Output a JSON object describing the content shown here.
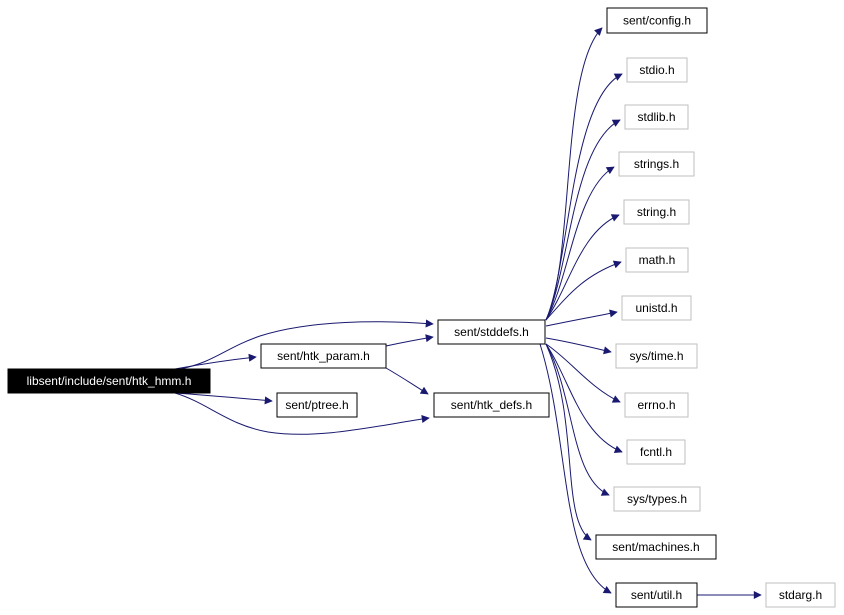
{
  "graph": {
    "edge_color": "#191970",
    "nodes": {
      "root": {
        "label": "libsent/include/sent/htk_hmm.h",
        "style": "root"
      },
      "htk_param": {
        "label": "sent/htk_param.h",
        "style": "doc"
      },
      "ptree": {
        "label": "sent/ptree.h",
        "style": "doc"
      },
      "stddefs": {
        "label": "sent/stddefs.h",
        "style": "doc"
      },
      "htk_defs": {
        "label": "sent/htk_defs.h",
        "style": "doc"
      },
      "config": {
        "label": "sent/config.h",
        "style": "doc"
      },
      "stdio": {
        "label": "stdio.h",
        "style": "system"
      },
      "stdlib": {
        "label": "stdlib.h",
        "style": "system"
      },
      "strings": {
        "label": "strings.h",
        "style": "system"
      },
      "string": {
        "label": "string.h",
        "style": "system"
      },
      "math": {
        "label": "math.h",
        "style": "system"
      },
      "unistd": {
        "label": "unistd.h",
        "style": "system"
      },
      "systime": {
        "label": "sys/time.h",
        "style": "system"
      },
      "errno": {
        "label": "errno.h",
        "style": "system"
      },
      "fcntl": {
        "label": "fcntl.h",
        "style": "system"
      },
      "systypes": {
        "label": "sys/types.h",
        "style": "system"
      },
      "machines": {
        "label": "sent/machines.h",
        "style": "doc"
      },
      "util": {
        "label": "sent/util.h",
        "style": "doc"
      },
      "stdarg": {
        "label": "stdarg.h",
        "style": "system"
      }
    },
    "edges": [
      [
        "root",
        "htk_param"
      ],
      [
        "root",
        "ptree"
      ],
      [
        "root",
        "stddefs"
      ],
      [
        "root",
        "htk_defs"
      ],
      [
        "htk_param",
        "stddefs"
      ],
      [
        "htk_param",
        "htk_defs"
      ],
      [
        "stddefs",
        "config"
      ],
      [
        "stddefs",
        "stdio"
      ],
      [
        "stddefs",
        "stdlib"
      ],
      [
        "stddefs",
        "strings"
      ],
      [
        "stddefs",
        "string"
      ],
      [
        "stddefs",
        "math"
      ],
      [
        "stddefs",
        "unistd"
      ],
      [
        "stddefs",
        "systime"
      ],
      [
        "stddefs",
        "errno"
      ],
      [
        "stddefs",
        "fcntl"
      ],
      [
        "stddefs",
        "systypes"
      ],
      [
        "stddefs",
        "machines"
      ],
      [
        "stddefs",
        "util"
      ],
      [
        "util",
        "stdarg"
      ]
    ]
  }
}
